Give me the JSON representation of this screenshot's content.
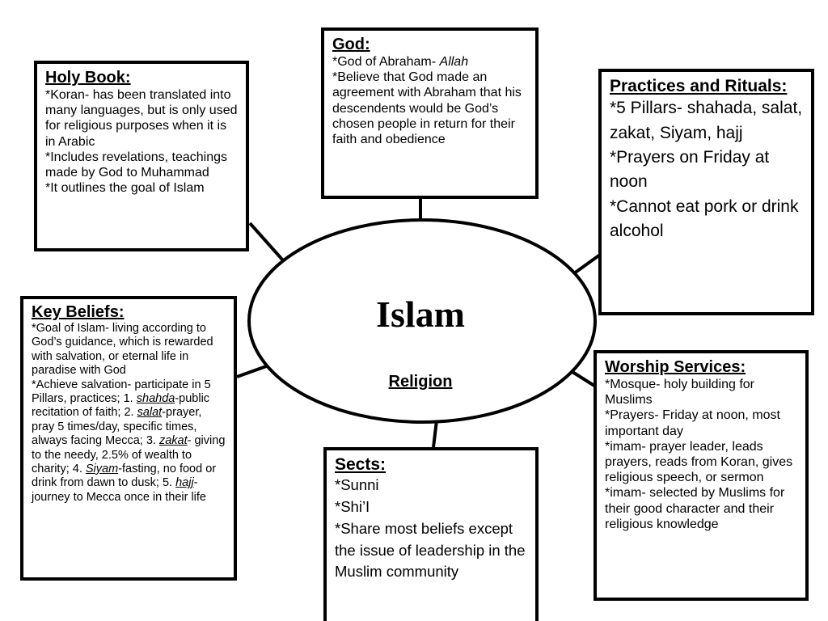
{
  "center": {
    "title": "Islam",
    "subtitle": "Religion"
  },
  "god": {
    "heading": "God:",
    "line1_prefix": "*God of Abraham- ",
    "line1_em": "Allah",
    "line2": "*Believe that God made an agreement with Abraham that his descendents would be God’s chosen people in return for their faith and obedience"
  },
  "holy_book": {
    "heading": "Holy Book:",
    "items": [
      "*Koran- has been translated into many languages, but is only used for religious purposes when it is in Arabic",
      "*Includes revelations, teachings made by God to Muhammad",
      "*It outlines the goal of Islam"
    ]
  },
  "practices": {
    "heading": "Practices and Rituals:",
    "items": [
      "*5 Pillars- shahada, salat, zakat, Siyam, hajj",
      "*Prayers on Friday at noon",
      "*Cannot eat pork or drink alcohol"
    ]
  },
  "key_beliefs": {
    "heading": "Key Beliefs:",
    "item1": "*Goal of Islam- living according to God’s guidance, which is rewarded with salvation, or eternal life in paradise with God",
    "item2_intro": "*Achieve salvation- participate in 5 Pillars, practices; 1. ",
    "pillar1_term": "shahda",
    "pillar1_desc": "-public recitation of faith; 2. ",
    "pillar2_term": "salat",
    "pillar2_desc": "-prayer, pray 5 times/day, specific times, always facing Mecca; 3. ",
    "pillar3_term": "zakat",
    "pillar3_desc": "- giving to the needy, 2.5% of wealth to charity; 4. ",
    "pillar4_term": "Siyam",
    "pillar4_desc": "-fasting, no food or drink from dawn to dusk; 5. ",
    "pillar5_term": "hajj",
    "pillar5_desc": "- journey to Mecca once in their life"
  },
  "sects": {
    "heading": "Sects:",
    "items": [
      "*Sunni",
      "*Shi’I",
      "*Share most beliefs except the issue of leadership in the  Muslim community"
    ]
  },
  "worship": {
    "heading": "Worship Services:",
    "items": [
      "*Mosque- holy building for Muslims",
      "*Prayers- Friday at noon, most important day",
      "*imam- prayer leader, leads prayers, reads from Koran, gives religious speech, or sermon",
      "*imam- selected by Muslims for their good character and their religious knowledge"
    ]
  }
}
